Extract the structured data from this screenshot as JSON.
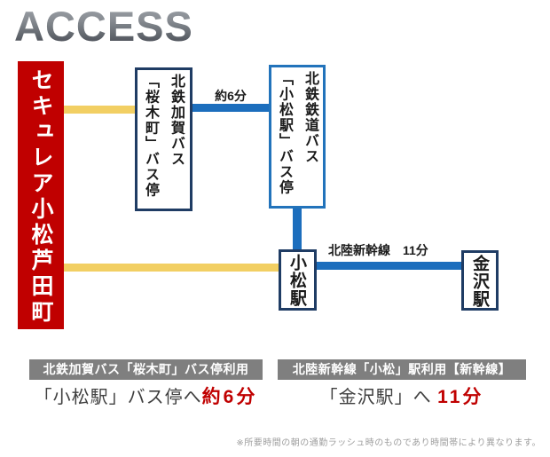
{
  "title": "ACCESS",
  "property": {
    "name": "セキュレア小松芦田町"
  },
  "diagram": {
    "bus_stop_sakuragicho": {
      "line1": "北鉄加賀バス",
      "line2": "「桜木町」バス停"
    },
    "bus_stop_komatsu": {
      "line1": "北鉄鉄道バス",
      "line2": "「小松駅」バス停"
    },
    "bus_time_label": "約6分",
    "station_komatsu": "小松駅",
    "station_kanazawa": "金沢駅",
    "shinkansen_label": "北陸新幹線　11分"
  },
  "summary": {
    "left": {
      "header": "北鉄加賀バス「桜木町」バス停利用",
      "body_prefix": "「小松駅」バス停へ",
      "body_highlight": "約6分"
    },
    "right": {
      "header": "北陸新幹線「小松」駅利用【新幹線】",
      "body_prefix": "「金沢駅」へ ",
      "body_highlight": "11分"
    }
  },
  "footnote": "※所要時間の朝の通勤ラッシュ時のものであり時間帯により異なります。",
  "colors": {
    "brand_red": "#c00000",
    "route_yellow": "#f2cf63",
    "route_blue": "#1c6ebd",
    "box_border_navy": "#1f3c64",
    "box_border_blue": "#2273bb",
    "summary_bar_gray": "#7f7f7f",
    "highlight_red": "#c00000"
  }
}
